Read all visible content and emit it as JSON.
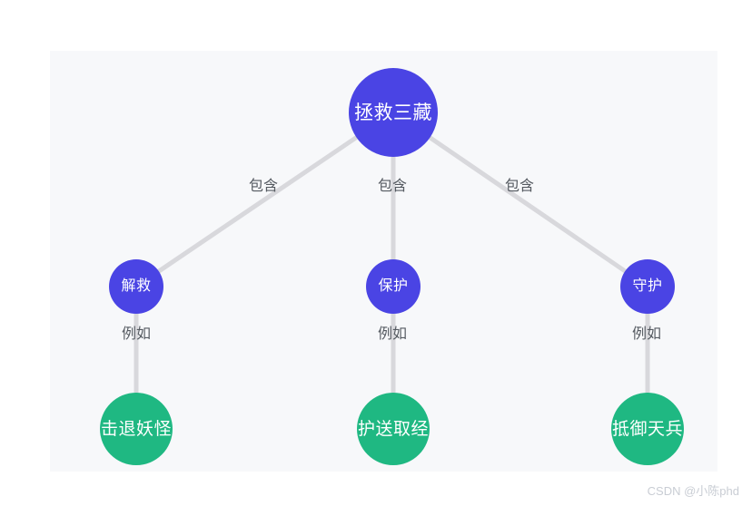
{
  "graph": {
    "background_color": "#f7f8fa",
    "node_blue_color": "#4a44e4",
    "node_green_color": "#1fb882",
    "edge_color": "#d8d8dc",
    "root": {
      "id": "root",
      "label": "拯救三藏"
    },
    "mid_nodes": [
      {
        "id": "mid-1",
        "label": "解救"
      },
      {
        "id": "mid-2",
        "label": "保护"
      },
      {
        "id": "mid-3",
        "label": "守护"
      }
    ],
    "leaf_nodes": [
      {
        "id": "leaf-1",
        "label": "击退妖怪"
      },
      {
        "id": "leaf-2",
        "label": "护送取经"
      },
      {
        "id": "leaf-3",
        "label": "抵御天兵"
      }
    ],
    "edge_labels": {
      "contains": "包含",
      "example": "例如"
    },
    "edges": [
      {
        "from": "root",
        "to": "mid-1",
        "label": "包含"
      },
      {
        "from": "root",
        "to": "mid-2",
        "label": "包含"
      },
      {
        "from": "root",
        "to": "mid-3",
        "label": "包含"
      },
      {
        "from": "mid-1",
        "to": "leaf-1",
        "label": "例如"
      },
      {
        "from": "mid-2",
        "to": "leaf-2",
        "label": "例如"
      },
      {
        "from": "mid-3",
        "to": "leaf-3",
        "label": "例如"
      }
    ]
  },
  "watermark": {
    "text": "CSDN @小陈phd"
  }
}
